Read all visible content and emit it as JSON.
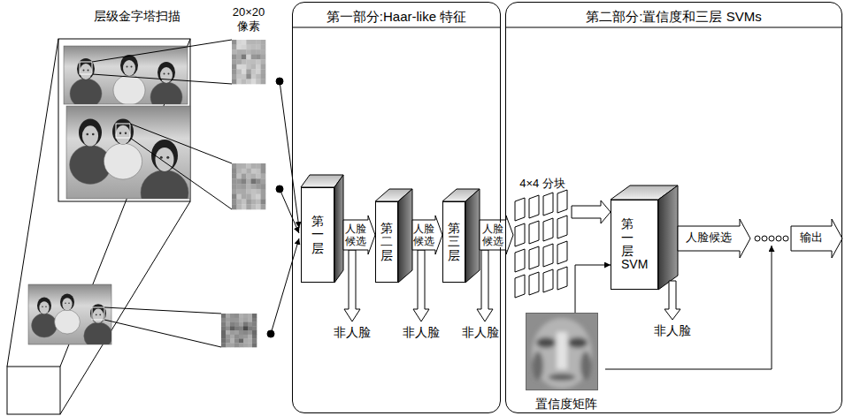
{
  "diagram": {
    "nodes": [
      {
        "text": [
          "第一部分:Haar-like 特征"
        ]
      },
      {
        "text": [
          "第一层"
        ],
        "in": 0
      },
      {
        "text": [
          "第二层"
        ],
        "in": 0
      },
      {
        "text": [
          "第三层"
        ],
        "in": 0
      },
      {
        "text": [
          "第二部分:置信度和三层 SVMs"
        ]
      },
      {
        "text": [
          "4×4 分块"
        ],
        "in": 4
      },
      {
        "text": [
          "第一层 SVM"
        ],
        "in": 4
      },
      {
        "text": [
          "置信度矩阵"
        ],
        "in": 4
      }
    ],
    "edges": [
      {
        "from": 1,
        "to": 2,
        "arrow": "to",
        "label": "人脸候选"
      },
      {
        "from": 2,
        "to": 3,
        "arrow": "to",
        "label": "人脸候选"
      },
      {
        "from": 3,
        "to": 5,
        "arrow": "to",
        "label": "人脸候选"
      },
      {
        "from": 5,
        "to": 6,
        "arrow": "to"
      },
      {
        "from": 7,
        "to": 6,
        "arrow": "to"
      }
    ],
    "labels": [
      "层级金字塔扫描",
      "20×20 像素",
      "非人脸",
      "非人脸",
      "非人脸",
      "人脸候选",
      "非人脸",
      "输出"
    ]
  }
}
